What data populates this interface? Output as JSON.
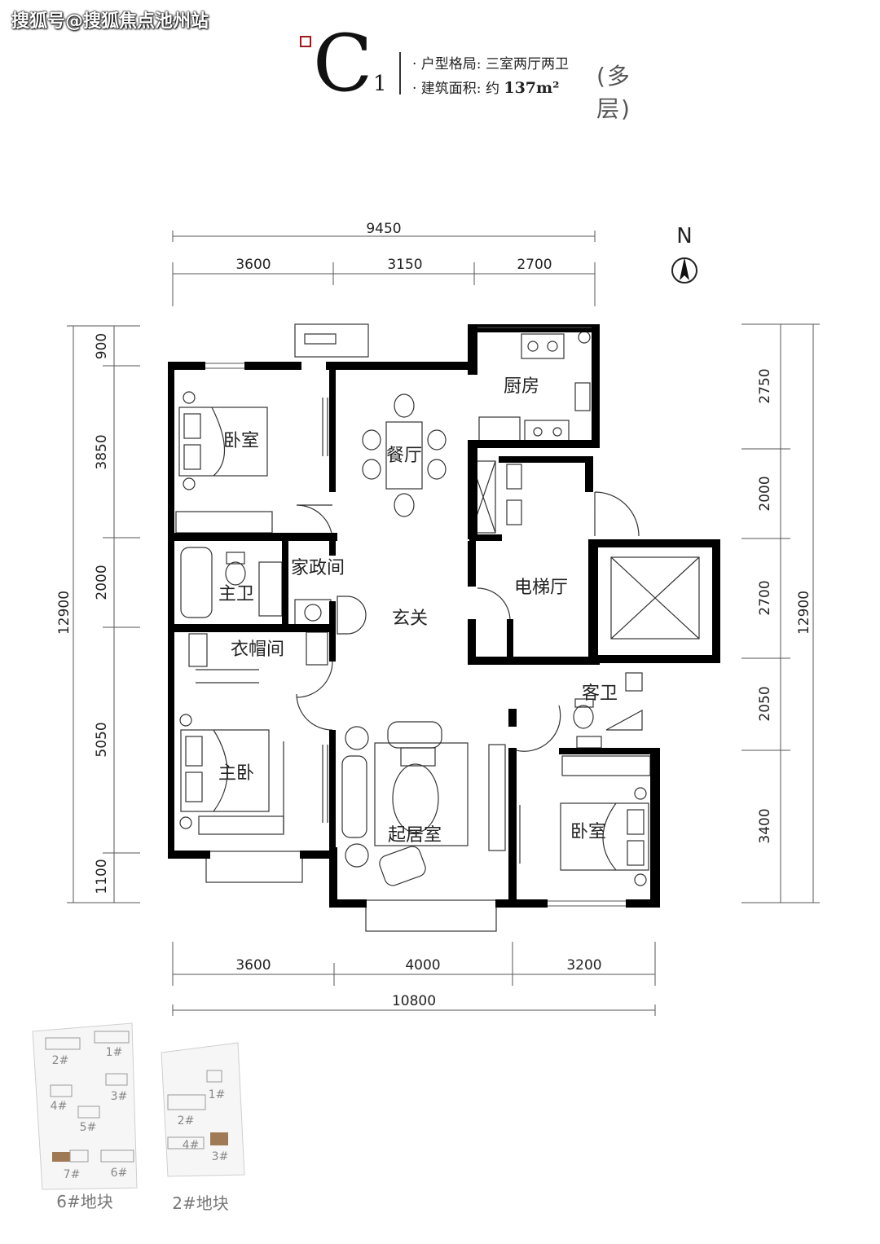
{
  "watermark": "搜狐号@搜狐焦点池州站",
  "header": {
    "type_letter": "C",
    "type_sub": "1",
    "layout_label": "· 户型格局: 三室两厅两卫",
    "area_prefix": "· 建筑面积: 约 ",
    "area_value": "137m²",
    "tag": "(多层)"
  },
  "compass": {
    "label": "N"
  },
  "dimensions": {
    "top_total": "9450",
    "top": [
      "3600",
      "3150",
      "2700"
    ],
    "bottom": [
      "3600",
      "4000",
      "3200"
    ],
    "bottom_total": "10800",
    "left": [
      "900",
      "3850",
      "2000",
      "5050",
      "1100"
    ],
    "left_total": "12900",
    "right": [
      "2750",
      "2000",
      "2700",
      "2050",
      "3400"
    ],
    "right_total": "12900"
  },
  "rooms": {
    "bedroom_nw": "卧室",
    "dining": "餐厅",
    "kitchen": "厨房",
    "elevator_hall": "电梯厅",
    "housekeeping": "家政间",
    "master_bath": "主卫",
    "foyer": "玄关",
    "cloakroom": "衣帽间",
    "guest_bath": "客卫",
    "master_bedroom": "主卧",
    "living_room": "起居室",
    "bedroom_se": "卧室"
  },
  "site_plans": [
    {
      "caption": "6#地块",
      "buildings": [
        "2#",
        "1#",
        "4#",
        "3#",
        "5#",
        "7#",
        "6#"
      ],
      "highlight": "7#"
    },
    {
      "caption": "2#地块",
      "buildings": [
        "1#",
        "2#",
        "4#",
        "3#"
      ],
      "highlight": "3#"
    }
  ],
  "colors": {
    "wall": "#000000",
    "line": "#555555",
    "highlight": "#a07a55"
  }
}
